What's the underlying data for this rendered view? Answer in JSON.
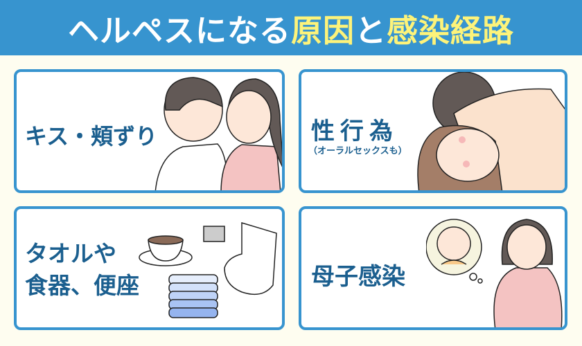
{
  "header": {
    "title_part1": "ヘルペスになる",
    "title_highlight1": "原因",
    "title_part2": "と",
    "title_highlight2": "感染経路",
    "bg_color": "#3794cf",
    "highlight_color": "#fdf37a"
  },
  "cards": [
    {
      "label": "キス・頬ずり",
      "illustration": "couple-kissing"
    },
    {
      "label": "性行為",
      "sublabel": "（オーラルセックスも）",
      "illustration": "couple-embracing"
    },
    {
      "label_line1": "タオルや",
      "label_line2": "食器、便座",
      "illustration": "cup-towels-toilet"
    },
    {
      "label": "母子感染",
      "illustration": "pregnant-woman-thinking-baby"
    }
  ],
  "colors": {
    "card_border": "#3794cf",
    "label_text": "#1b5f8f",
    "page_bg": "#fefdf0"
  }
}
